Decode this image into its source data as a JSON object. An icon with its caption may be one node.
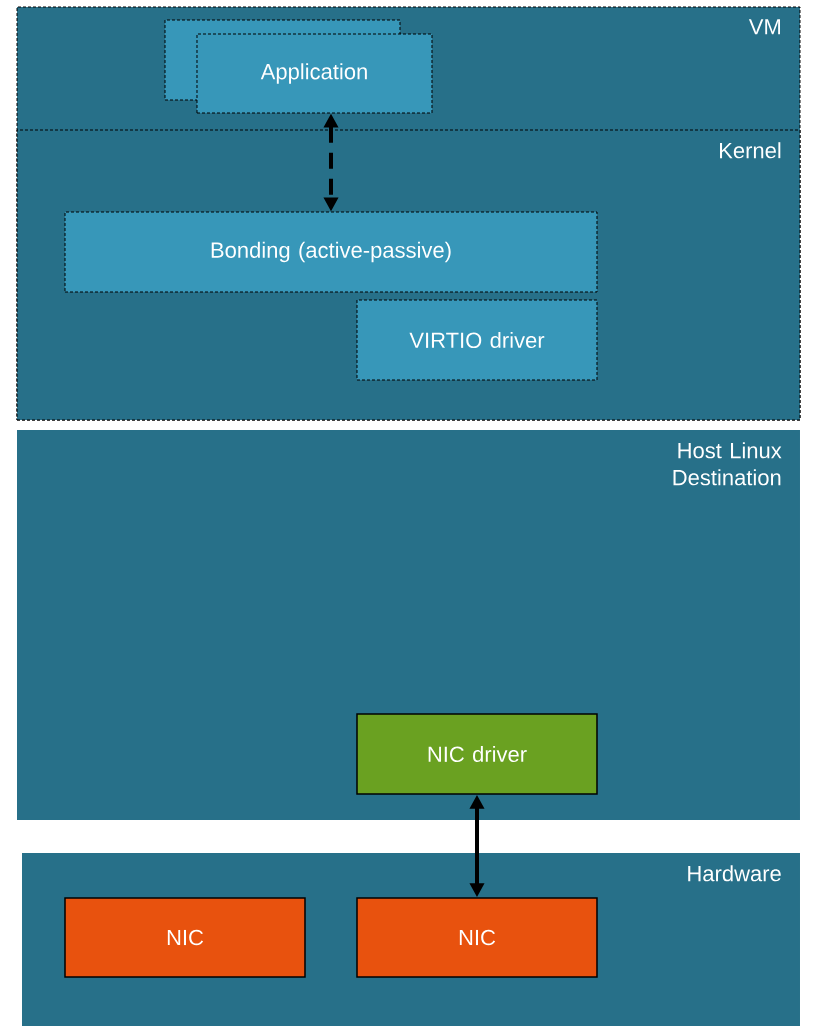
{
  "diagram": {
    "nodes": [
      {
        "text": [
          "VM"
        ]
      },
      {
        "text": [],
        "shape": "box",
        "in": 0
      },
      {
        "text": [
          "Application"
        ],
        "in": 0
      },
      {
        "text": [
          "Kernel"
        ],
        "in": 0
      },
      {
        "text": [
          "Bonding (active-passive)"
        ],
        "in": 3
      },
      {
        "text": [
          "VIRTIO driver"
        ],
        "in": 3
      },
      {
        "text": [
          "Host Linux Destination"
        ]
      },
      {
        "text": [
          "NIC driver"
        ],
        "in": 6
      },
      {
        "text": [
          "Hardware"
        ]
      },
      {
        "text": [
          "NIC"
        ],
        "in": 8
      },
      {
        "text": [
          "NIC"
        ],
        "in": 8
      }
    ],
    "edges": [
      {
        "from": 2,
        "to": 4,
        "arrow": "both",
        "style": "dashed"
      },
      {
        "from": 7,
        "to": 10,
        "arrow": "both"
      }
    ]
  }
}
